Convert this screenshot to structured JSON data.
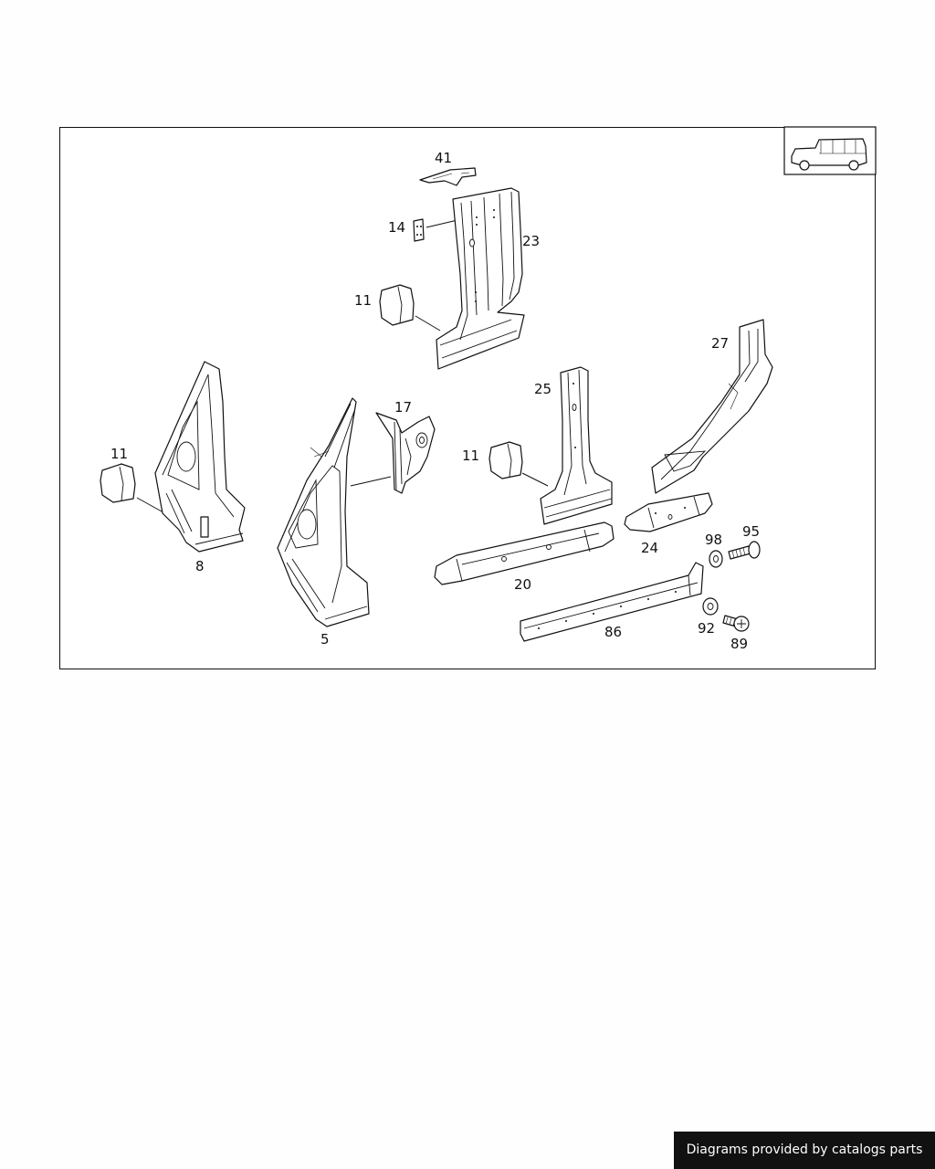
{
  "callouts": {
    "p41": "41",
    "p14": "14",
    "p23": "23",
    "p11a": "11",
    "p27": "27",
    "p25": "25",
    "p17": "17",
    "p11b": "11",
    "p11c": "11",
    "p8": "8",
    "p5": "5",
    "p20": "20",
    "p24": "24",
    "p98": "98",
    "p95": "95",
    "p92": "92",
    "p89": "89",
    "p86": "86"
  },
  "thumbnail_icon": "suv-vehicle-icon",
  "footer": {
    "credit": "Diagrams provided by catalogs parts"
  }
}
